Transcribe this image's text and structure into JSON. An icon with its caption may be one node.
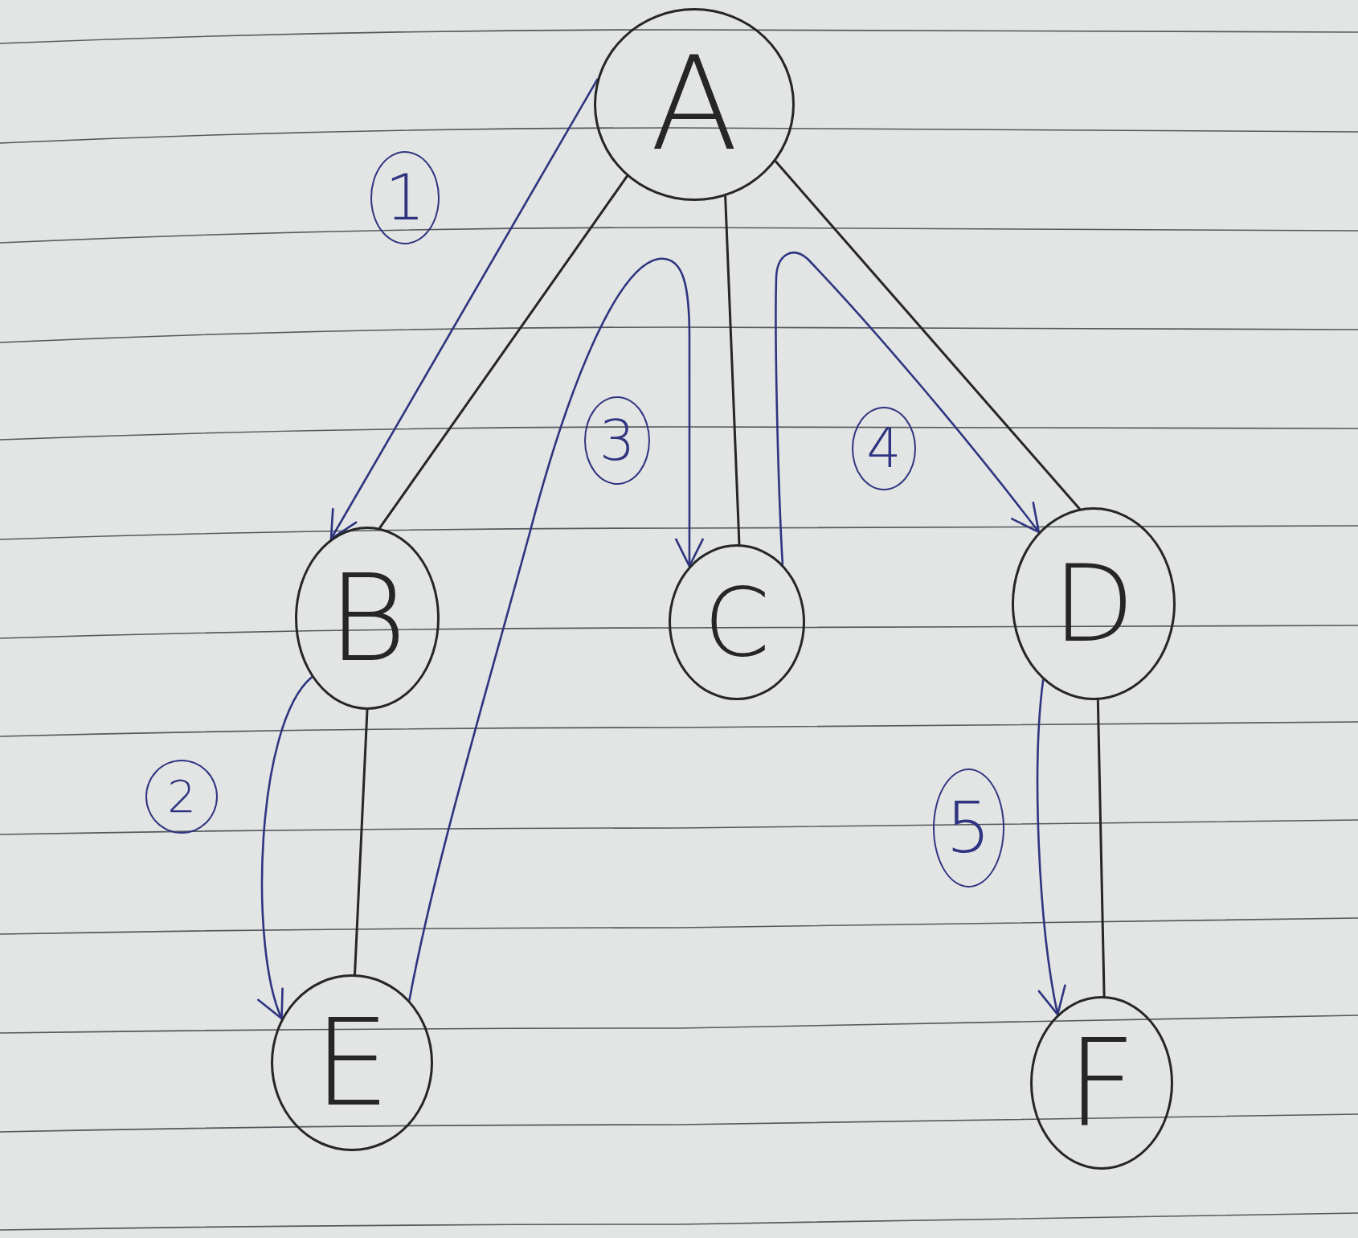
{
  "diagram": {
    "nodes": [
      {
        "text": [
          "A"
        ]
      },
      {
        "text": [
          "B"
        ]
      },
      {
        "text": [
          "C"
        ]
      },
      {
        "text": [
          "D"
        ]
      },
      {
        "text": [
          "E"
        ]
      },
      {
        "text": [
          "F"
        ]
      }
    ],
    "edges": [
      {
        "from": 0,
        "to": 1,
        "arrow": "none"
      },
      {
        "from": 0,
        "to": 2,
        "arrow": "none"
      },
      {
        "from": 0,
        "to": 3,
        "arrow": "none"
      },
      {
        "from": 1,
        "to": 4,
        "arrow": "none"
      },
      {
        "from": 3,
        "to": 5,
        "arrow": "none"
      },
      {
        "from": 0,
        "to": 1,
        "arrow": "to",
        "label": "1",
        "color": "#2f3480"
      },
      {
        "from": 1,
        "to": 4,
        "arrow": "to",
        "label": "2",
        "color": "#2f3480"
      },
      {
        "from": 4,
        "to": 2,
        "arrow": "to",
        "label": "3",
        "color": "#2f3480"
      },
      {
        "from": 2,
        "to": 3,
        "arrow": "to",
        "label": "4",
        "color": "#2f3480"
      },
      {
        "from": 3,
        "to": 5,
        "arrow": "to",
        "label": "5",
        "color": "#2f3480"
      }
    ]
  }
}
